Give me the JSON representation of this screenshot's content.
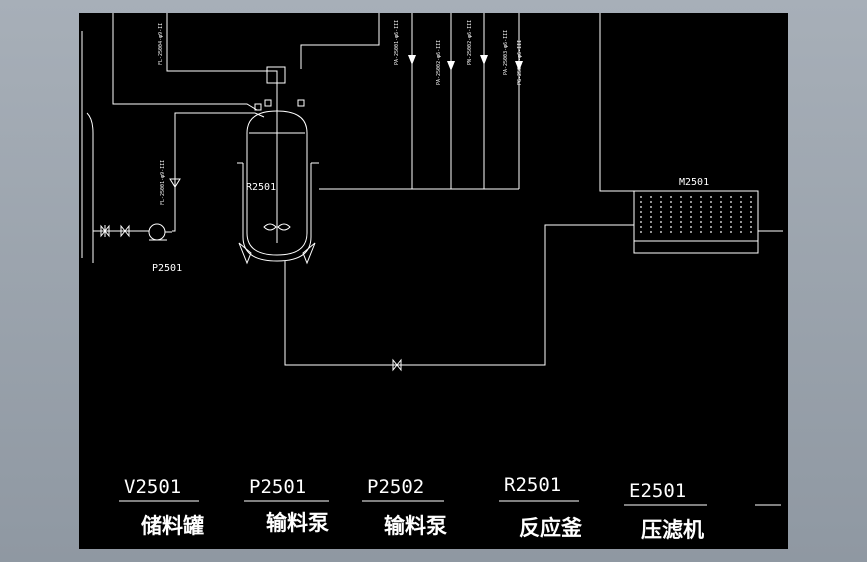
{
  "colors": {
    "canvas": "#000000",
    "frame": "#9aa3ad",
    "line": "#ffffff"
  },
  "tags": {
    "reactor": "R2501",
    "pump": "P2501",
    "filter_press": "M2501"
  },
  "vertical_labels": [
    "FL-25004-φ9-II",
    "FL-25001-φ9-III",
    "PA-25001-φ6-III",
    "PA-25002-φ6-III",
    "PN-25002-φ6-III",
    "PA-25003-φ6-III",
    "PG-25001-φ6-III"
  ],
  "legend": [
    {
      "code": "V2501",
      "name": "储料罐"
    },
    {
      "code": "P2501",
      "name": "输料泵"
    },
    {
      "code": "P2502",
      "name": "输料泵"
    },
    {
      "code": "R2501",
      "name": "反应釜"
    },
    {
      "code": "E2501",
      "name": "压滤机"
    }
  ]
}
